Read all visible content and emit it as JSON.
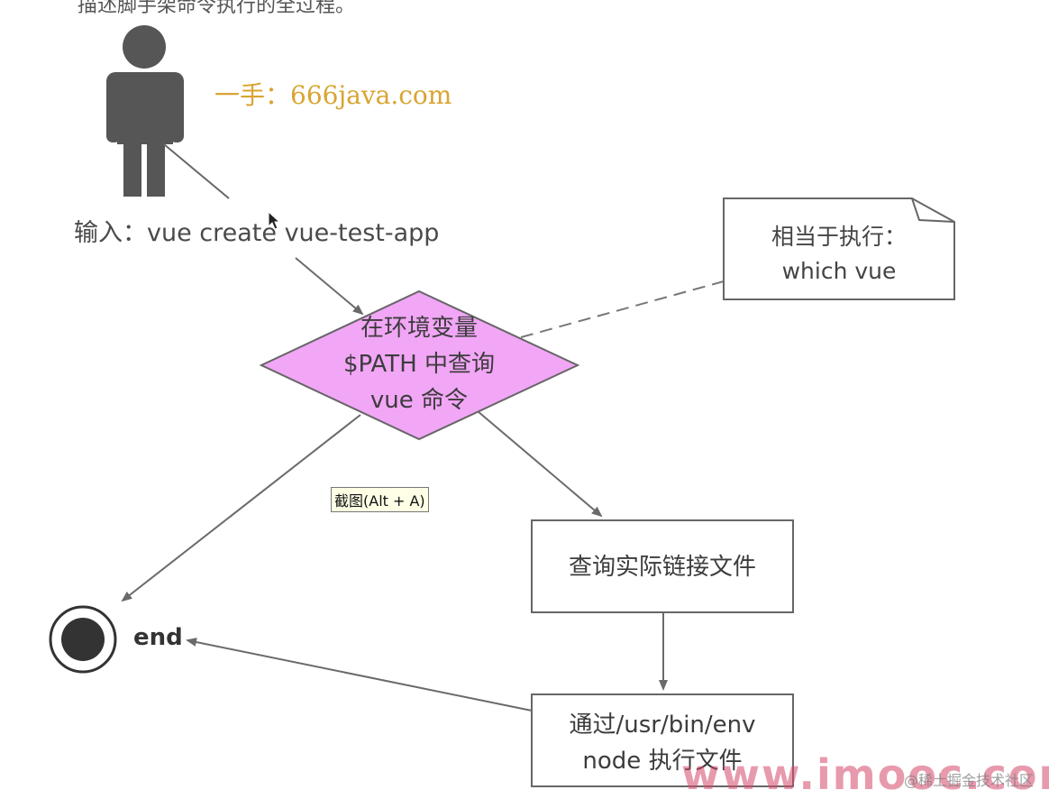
{
  "top_caption": "描述脚手架命令执行的全过程。",
  "watermark_top": "一手：666java.com",
  "input_label": "输入：vue create vue-test-app",
  "decision_lines": [
    "在环境变量",
    "$PATH 中查询",
    "vue 命令"
  ],
  "note_lines": [
    "相当于执行：",
    "which vue"
  ],
  "box1_label": "查询实际链接文件",
  "box2_lines": [
    "通过/usr/bin/env",
    "node 执行文件"
  ],
  "end_label": "end",
  "tooltip": "截图(Alt + A)",
  "watermark_bottom": "www.imooc.com",
  "watermark_juejin": "@稀土掘金技术社区",
  "colors": {
    "decision_fill": "#f2a6f6",
    "stroke": "#666666",
    "person": "#565656"
  },
  "icons": {
    "actor": "person-icon",
    "cursor": "mouse-cursor-icon",
    "final_state": "end-state-icon"
  }
}
